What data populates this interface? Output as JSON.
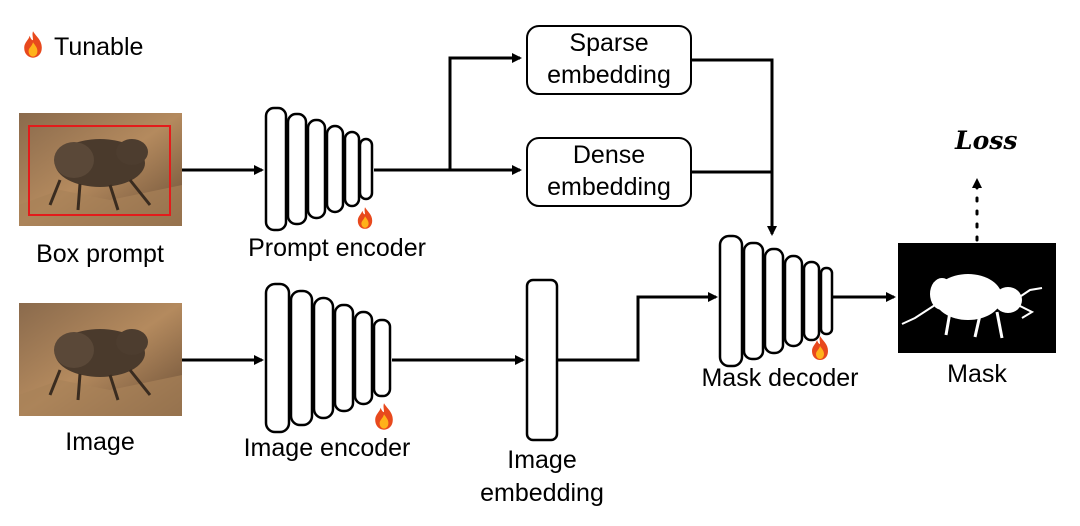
{
  "legend": {
    "label": "Tunable",
    "icon": "flame-icon"
  },
  "inputs": {
    "box_prompt_label": "Box prompt",
    "image_label": "Image"
  },
  "encoders": {
    "prompt_encoder_label": "Prompt encoder",
    "image_encoder_label": "Image encoder"
  },
  "embeddings": {
    "sparse_line1": "Sparse",
    "sparse_line2": "embedding",
    "dense_line1": "Dense",
    "dense_line2": "embedding",
    "image_embedding_line1": "Image",
    "image_embedding_line2": "embedding"
  },
  "decoder": {
    "label": "Mask decoder"
  },
  "output": {
    "mask_label": "Mask",
    "loss_label": "Loss"
  },
  "colors": {
    "flame_outer": "#e8491d",
    "flame_inner": "#ffb21a",
    "prompt_box": "#e31b1b",
    "ink": "#000000"
  }
}
